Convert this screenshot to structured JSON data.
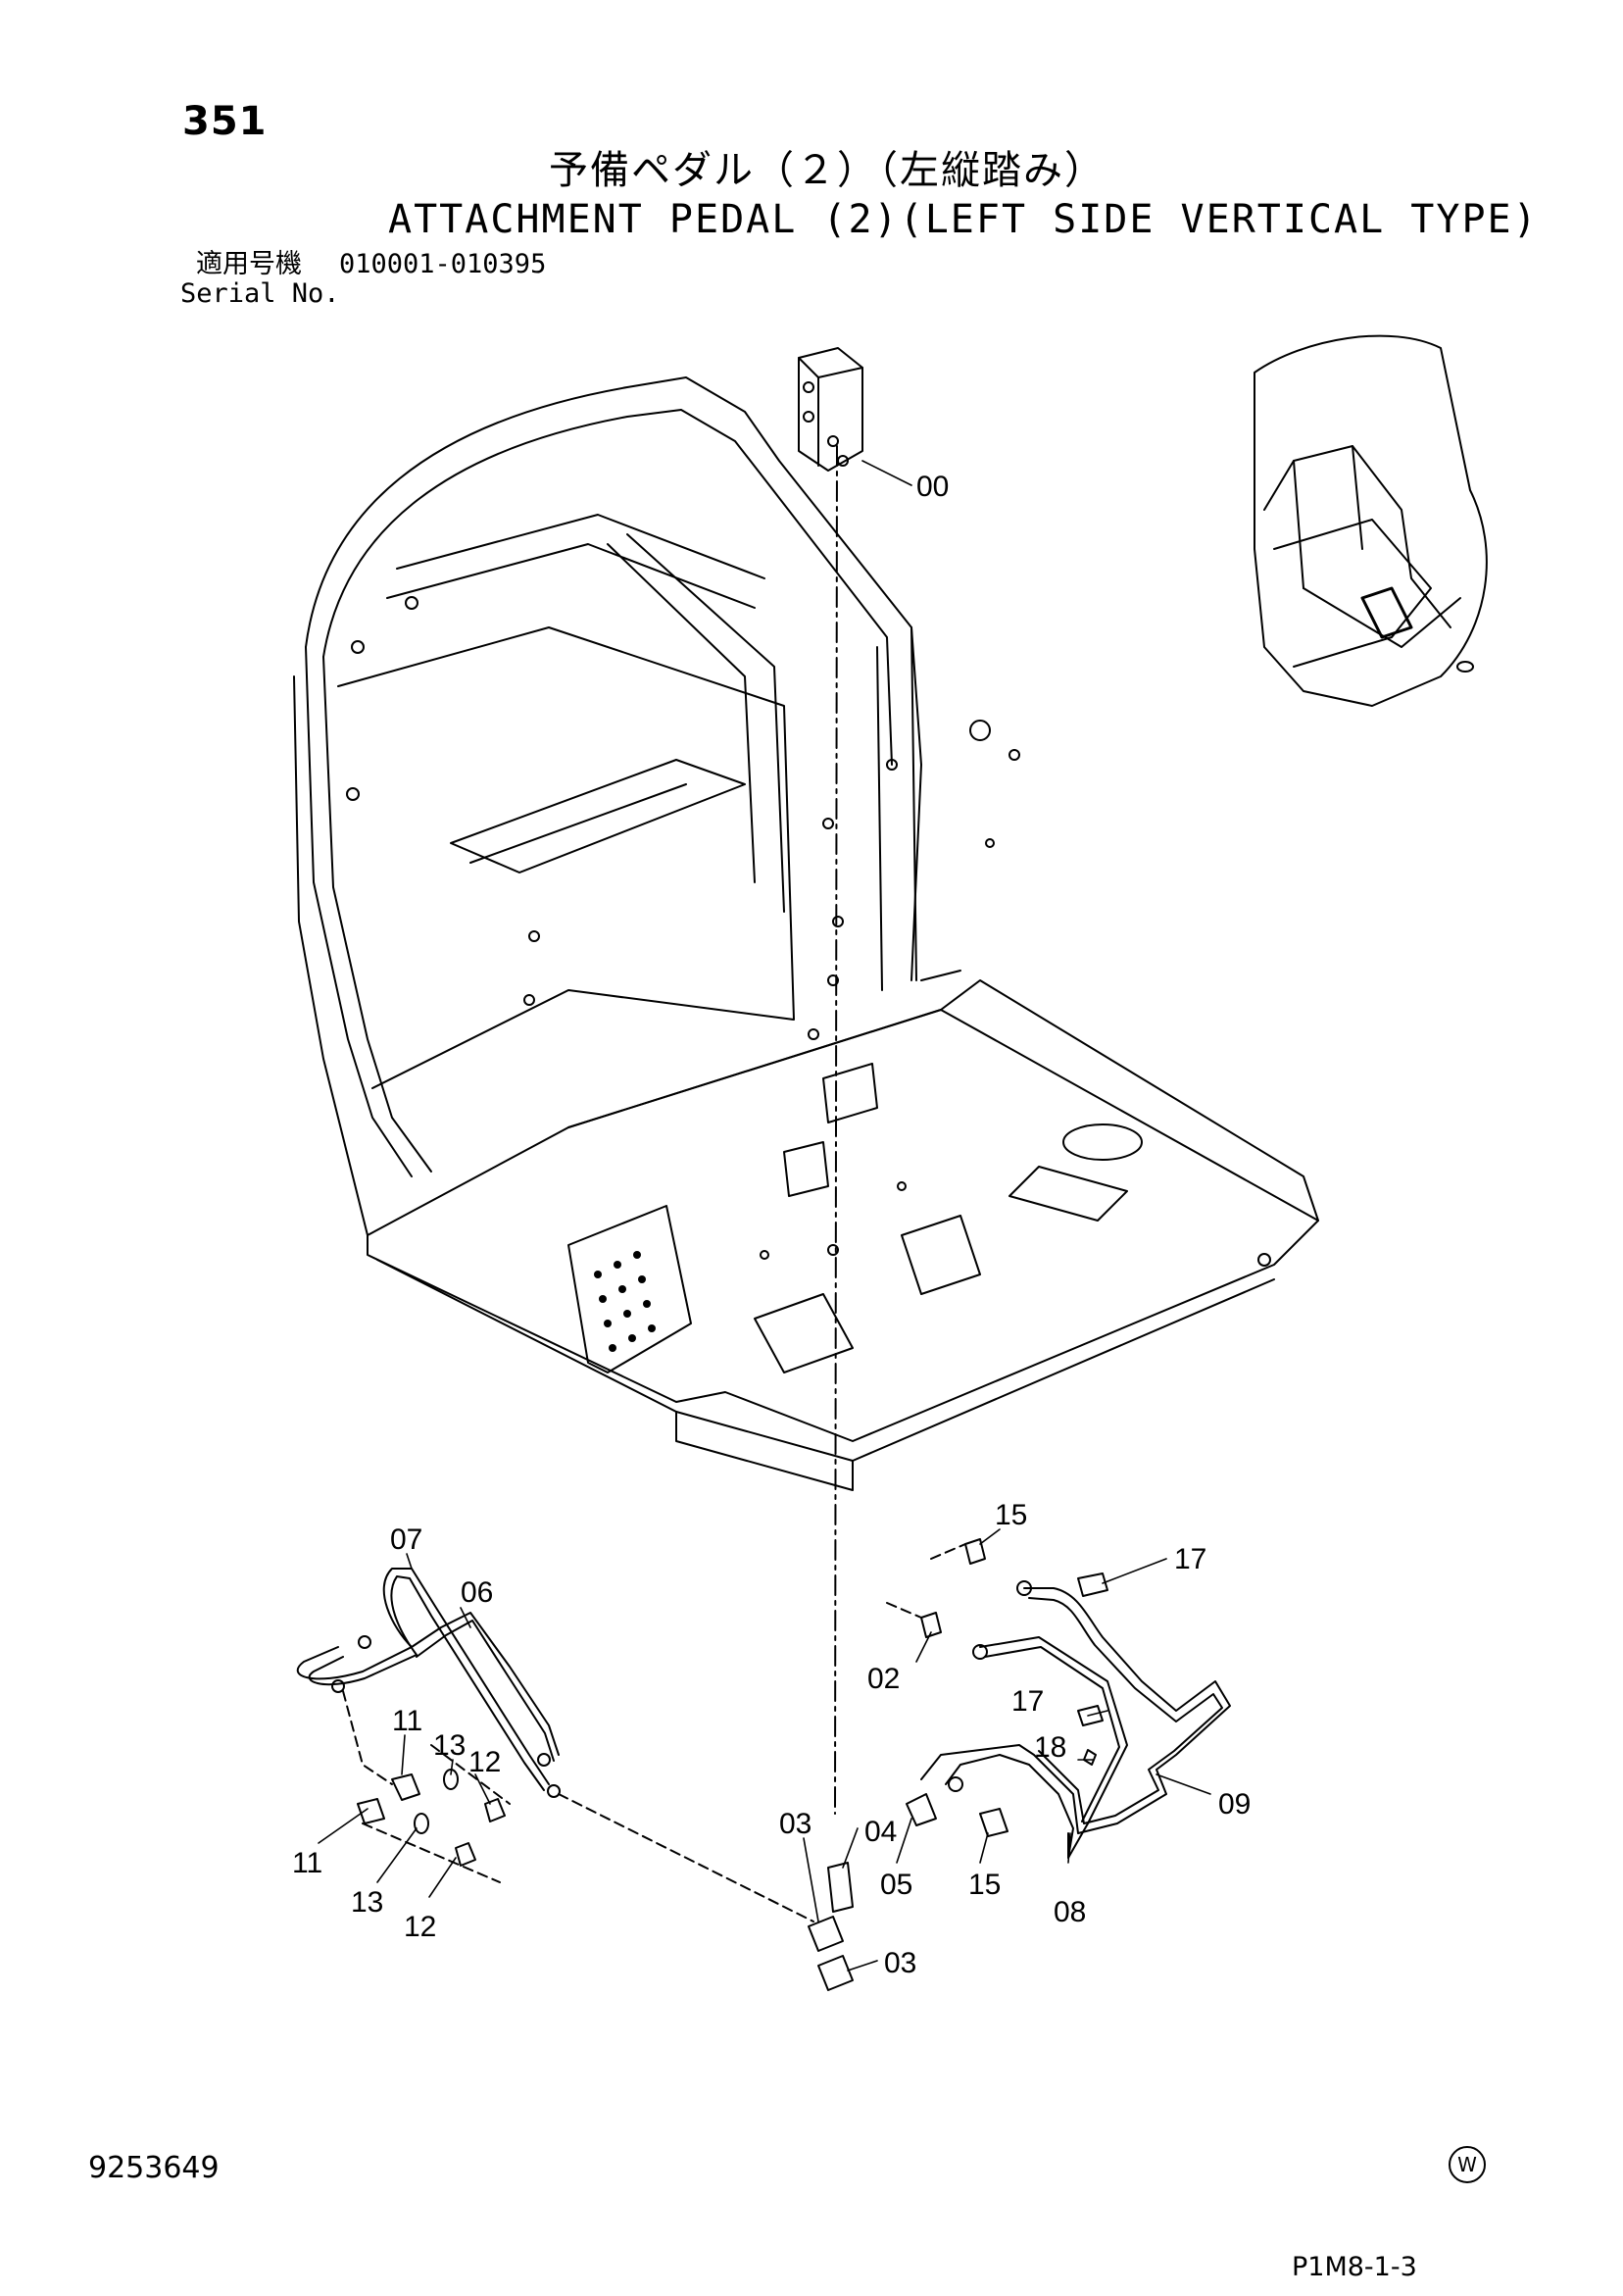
{
  "header": {
    "page_number": "351",
    "title_jp": "予備ペダル（２）（左縦踏み）",
    "title_en": "ATTACHMENT PEDAL (2)(LEFT SIDE VERTICAL TYPE)",
    "serial_label_jp": "適用号機",
    "serial_range": "010001-010395",
    "serial_label_en": "Serial No."
  },
  "callouts": [
    "00",
    "07",
    "06",
    "15",
    "17",
    "02",
    "17",
    "18",
    "09",
    "11",
    "13",
    "12",
    "11",
    "13",
    "12",
    "03",
    "04",
    "05",
    "15",
    "08",
    "03"
  ],
  "footer": {
    "doc_number": "9253649",
    "mark": "W",
    "figure_code": "P1M8-1-3"
  }
}
